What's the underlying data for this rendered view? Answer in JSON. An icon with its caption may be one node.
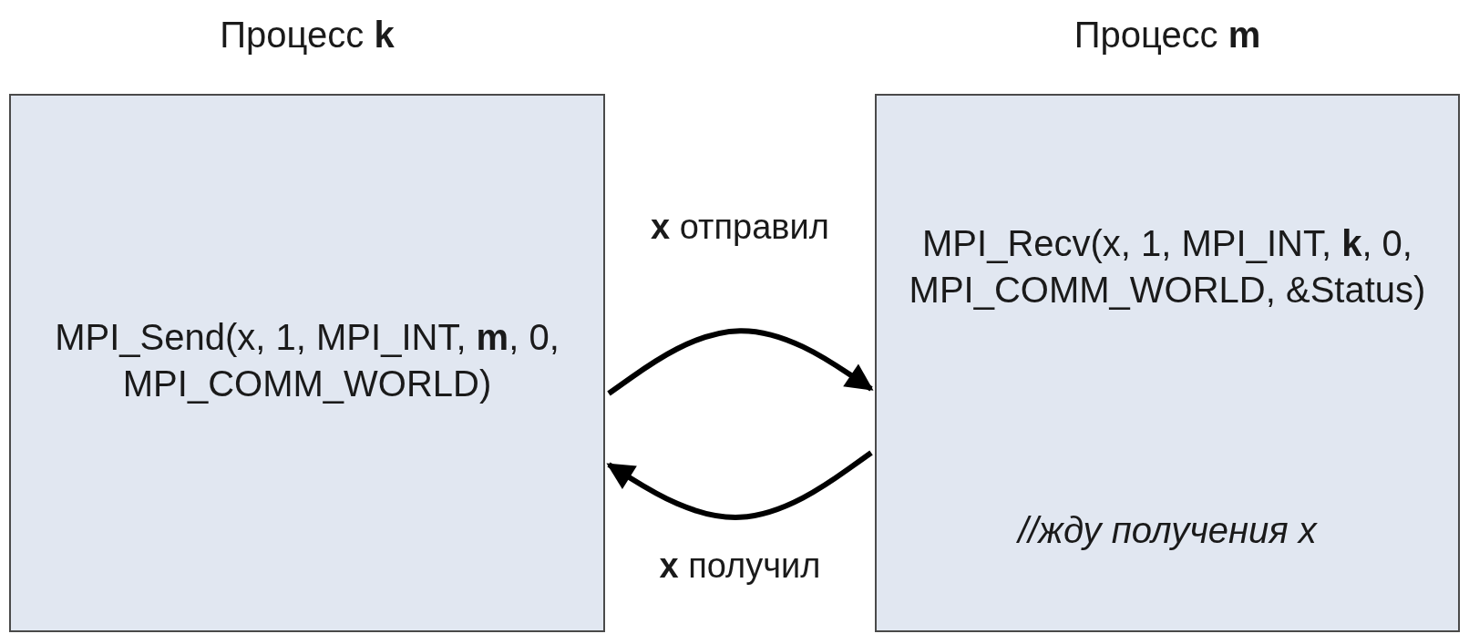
{
  "diagram": {
    "nodes": [
      {
        "text": [
          "Процесс **k**",
          "MPI_Send(x, 1, MPI_INT, **m**, 0, MPI_COMM_WORLD)"
        ]
      },
      {
        "text": [
          "Процесс **m**",
          "MPI_Recv(x, 1, MPI_INT, **k**, 0, MPI_COMM_WORLD, &Status)",
          "//жду получения x"
        ]
      }
    ],
    "edges": [
      {
        "from": 0,
        "to": 1,
        "arrow": "to",
        "label": "**x** отправил"
      },
      {
        "from": 1,
        "to": 0,
        "arrow": "to",
        "label": "**x** получил"
      }
    ]
  }
}
